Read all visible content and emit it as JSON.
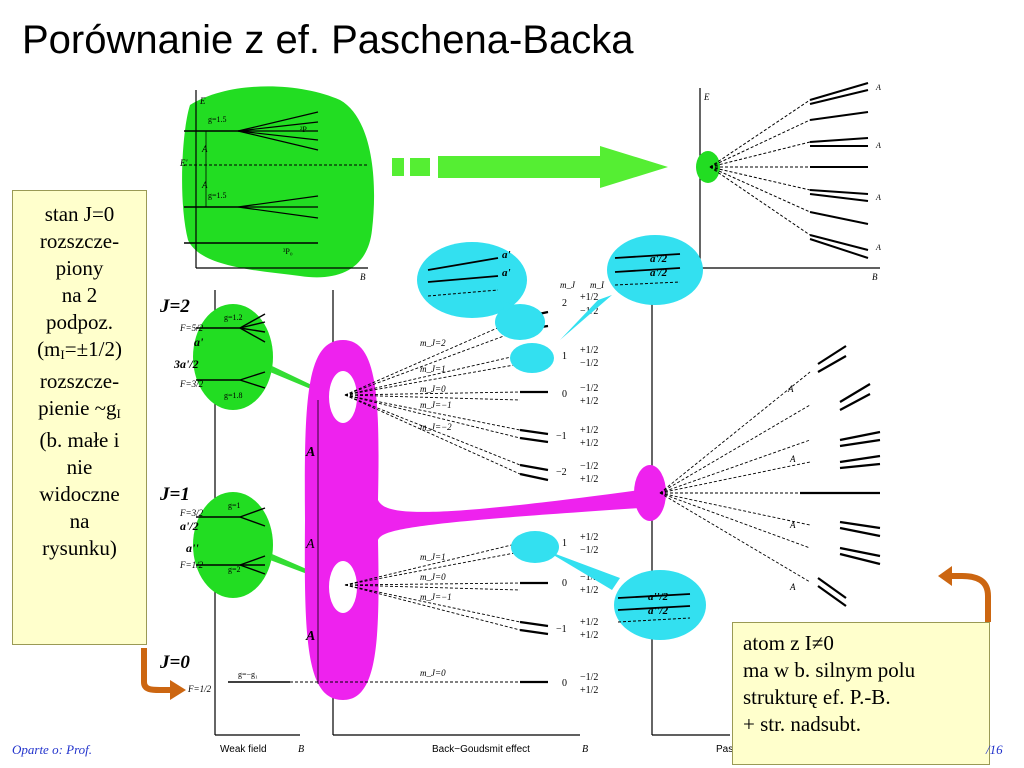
{
  "title": "Porównanie z ef. Paschena-Backa",
  "left_box": {
    "lines": [
      "stan J=0",
      "rozszcze-",
      "piony",
      "na 2",
      "podpoz.",
      "(m",
      "=±1/2)",
      "rozszcze-",
      "pienie ~g",
      "(b. małe i",
      "nie",
      "widoczne",
      "na",
      "rysunku)"
    ],
    "sub_I": "I"
  },
  "right_box": {
    "lines": [
      "atom z I≠0",
      "ma w b. silnym polu",
      "strukturę ef. P.-B.",
      "+ str. nadsubt."
    ]
  },
  "footer": {
    "left": "Oparte o: Prof.",
    "right": "/16"
  },
  "figure": {
    "top_left": {
      "E": "E",
      "g_top": "g=1.5",
      "g_mid": "g=1.5",
      "A": "A",
      "Eprime": "E'",
      "B": "B",
      "P1": "²P",
      "P0": "³P₀"
    },
    "top_right": {
      "E": "E",
      "A": "A",
      "B": "B",
      "Pas": "Pas"
    },
    "J_labels": [
      "J=2",
      "J=1",
      "J=0"
    ],
    "F_labels": [
      "F=5/2",
      "F=3/2",
      "F=3/2",
      "F=1/2",
      "F=1/2"
    ],
    "g_labels": [
      "g=1.2",
      "g=1.8",
      "g=1",
      "g=2",
      "g=−g₁"
    ],
    "a_labels": [
      "a'",
      "3a'/2",
      "a'/2",
      "a''",
      "a'",
      "a'",
      "a'/2",
      "a'/2",
      "a''/2",
      "a''/2"
    ],
    "A_labels": [
      "A",
      "A",
      "A",
      "A",
      "A",
      "A",
      "A"
    ],
    "mJ_labels": [
      "m_J=2",
      "m_J=1",
      "m_J=0",
      "m_J=−1",
      "m_J=−2",
      "m_J=1",
      "m_J=0",
      "m_J=−1",
      "m_J=0"
    ],
    "mI_header": [
      "m_J",
      "m_I"
    ],
    "mJ_nums": [
      "2",
      "1",
      "0",
      "−1",
      "−2",
      "1",
      "0",
      "−1",
      "0"
    ],
    "mI_pairs": [
      [
        "+1/2",
        "−1/2"
      ],
      [
        "+1/2",
        "−1/2"
      ],
      [
        "−1/2",
        "+1/2"
      ],
      [
        "+1/2",
        "+1/2"
      ],
      [
        "−1/2",
        "+1/2"
      ],
      [
        "+1/2",
        "−1/2"
      ],
      [
        "−1/2",
        "+1/2"
      ],
      [
        "+1/2",
        "+1/2"
      ],
      [
        "−1/2",
        "+1/2"
      ]
    ],
    "axis_labels": [
      "Weak field",
      "B",
      "Back−Goudsmit effect",
      "B"
    ]
  },
  "colors": {
    "green": "#22dd22",
    "cyan": "#33e0f0",
    "magenta": "#ee22ee",
    "orange": "#cc6611",
    "box_bg": "#ffffcc"
  }
}
